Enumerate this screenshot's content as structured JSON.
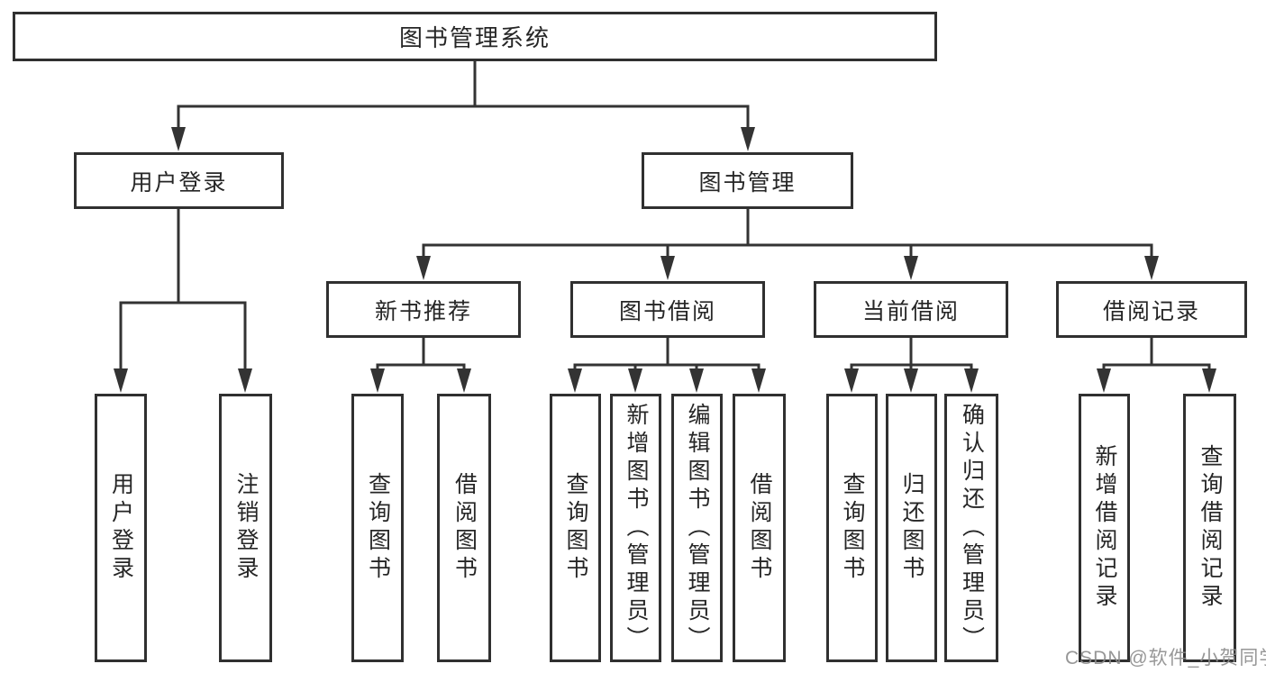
{
  "diagram": {
    "title": "图书管理系统",
    "branches": [
      {
        "label": "用户登录",
        "children": [
          {
            "label": "用户登录"
          },
          {
            "label": "注销登录"
          }
        ]
      },
      {
        "label": "图书管理",
        "children": [
          {
            "label": "新书推荐",
            "children": [
              {
                "label": "查询图书"
              },
              {
                "label": "借阅图书"
              }
            ]
          },
          {
            "label": "图书借阅",
            "children": [
              {
                "label": "查询图书"
              },
              {
                "label": "新增图书（管理员）"
              },
              {
                "label": "编辑图书（管理员）"
              },
              {
                "label": "借阅图书"
              }
            ]
          },
          {
            "label": "当前借阅",
            "children": [
              {
                "label": "查询图书"
              },
              {
                "label": "归还图书"
              },
              {
                "label": "确认归还（管理员）"
              }
            ]
          },
          {
            "label": "借阅记录",
            "children": [
              {
                "label": "新增借阅记录"
              },
              {
                "label": "查询借阅记录"
              }
            ]
          }
        ]
      }
    ],
    "watermark": "CSDN @软件_小贺同学",
    "colors": {
      "line": "#333333",
      "text": "#262626",
      "background": "#ffffff",
      "watermark": "#8c8c8c"
    }
  }
}
